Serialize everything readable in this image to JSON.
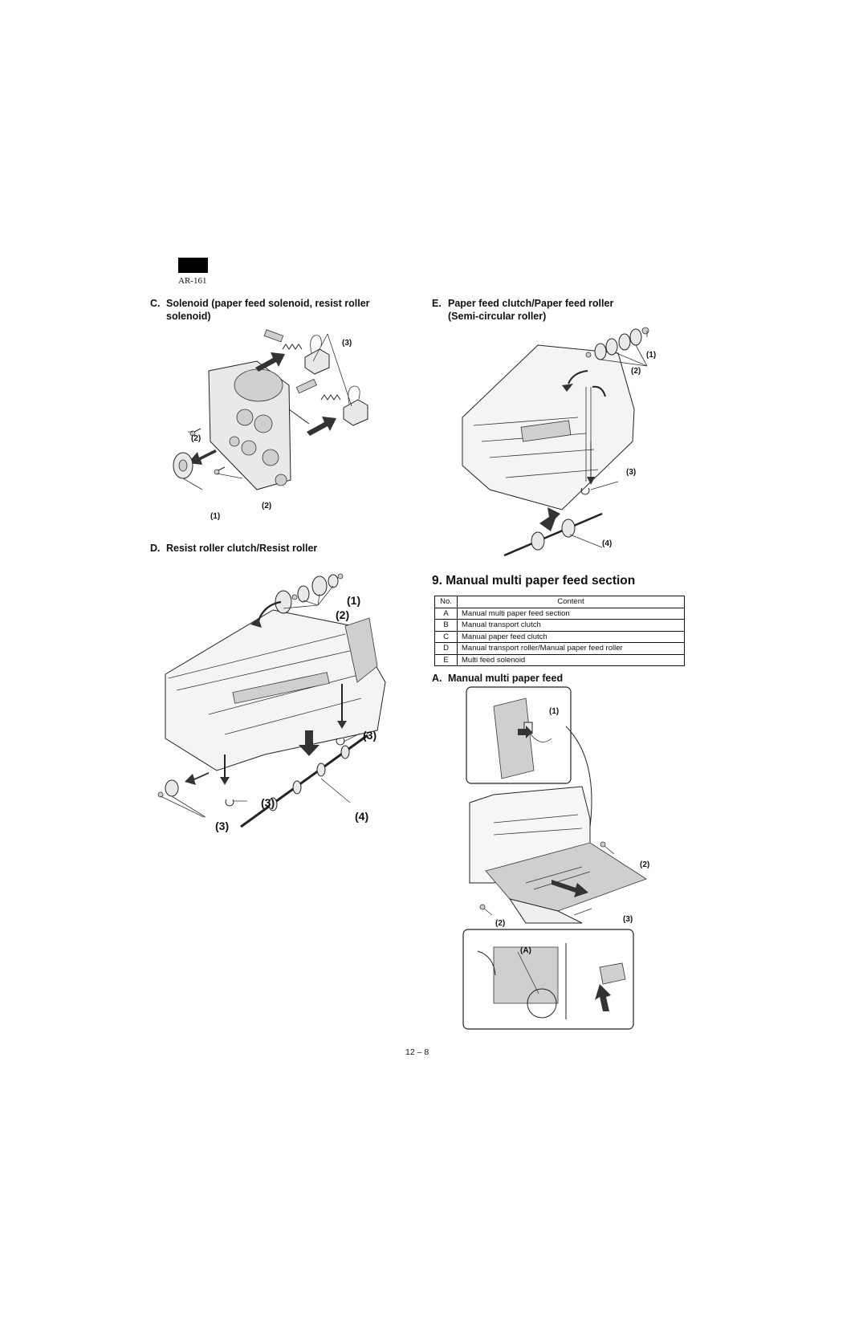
{
  "header": {
    "model": "AR-161"
  },
  "sections": {
    "c": {
      "letter": "C.",
      "title": "Solenoid (paper feed solenoid, resist roller solenoid)"
    },
    "d": {
      "letter": "D.",
      "title": "Resist roller clutch/Resist roller"
    },
    "e": {
      "letter": "E.",
      "title": "Paper feed clutch/Paper feed roller (Semi-circular roller)"
    },
    "nine": {
      "title": "9.  Manual multi paper feed section"
    },
    "a": {
      "letter": "A.",
      "title": "Manual multi paper feed"
    }
  },
  "table": {
    "headers": [
      "No.",
      "Content"
    ],
    "rows": [
      [
        "A",
        "Manual multi paper feed section"
      ],
      [
        "B",
        "Manual transport clutch"
      ],
      [
        "C",
        "Manual paper feed clutch"
      ],
      [
        "D",
        "Manual transport roller/Manual paper feed roller"
      ],
      [
        "E",
        "Multi feed solenoid"
      ]
    ]
  },
  "callouts": {
    "c": {
      "c3": "(3)",
      "c2a": "(2)",
      "c2b": "(2)",
      "c1": "(1)"
    },
    "d": {
      "d1": "(1)",
      "d2": "(2)",
      "d3a": "(3)",
      "d3b": "(3)",
      "d3c": "(3)",
      "d4": "(4)"
    },
    "e": {
      "e1": "(1)",
      "e2": "(2)",
      "e3": "(3)",
      "e4": "(4)"
    },
    "a": {
      "a1": "(1)",
      "a2a": "(2)",
      "a2b": "(2)",
      "a3": "(3)",
      "aA": "(A)"
    }
  },
  "footer": {
    "page": "12 – 8"
  }
}
